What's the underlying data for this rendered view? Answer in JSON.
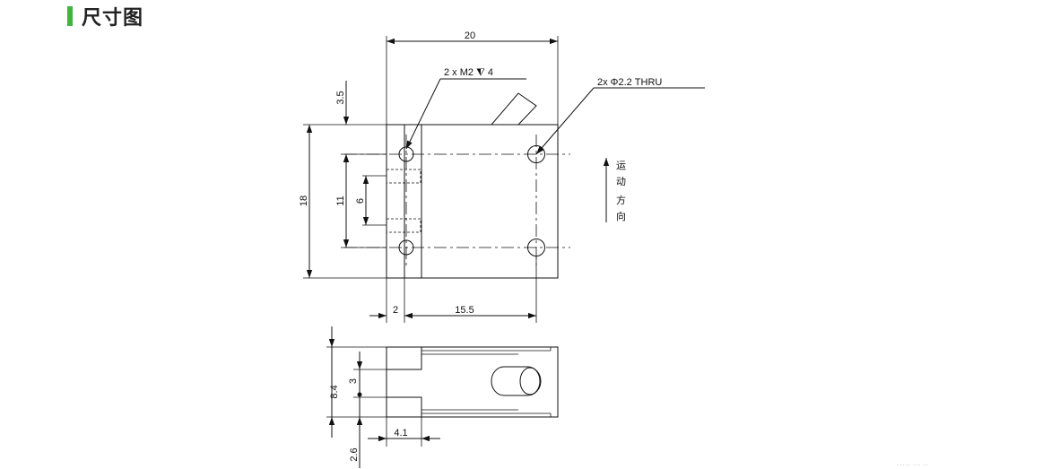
{
  "header": {
    "title": "尺寸图",
    "accent_color": "#3fb53f"
  },
  "top_view": {
    "width_dim": "20",
    "tapped_hole_callout": "2 x  M2 ⧨ 4",
    "thru_hole_callout": "2x Φ2.2 THRU",
    "dim_top_offset": "3.5",
    "dim_height": "18",
    "dim_hole_spacing": "11",
    "dim_inner_spacing": "6",
    "dim_left_offset": "2",
    "dim_hole_pitch": "15.5",
    "motion_label": [
      "运",
      "动",
      "方",
      "向"
    ]
  },
  "side_view": {
    "dim_height": "8.4",
    "dim_slot": "3",
    "dim_bottom": "2.6",
    "dim_slot_depth": "4.1"
  },
  "footer": {
    "watermark": "·····  ···  ··"
  }
}
